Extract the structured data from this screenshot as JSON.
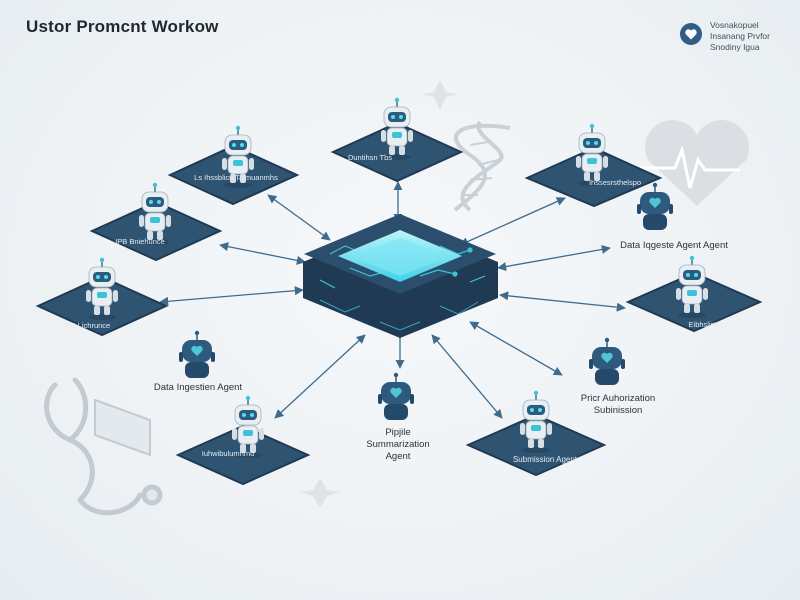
{
  "header": {
    "title": "Ustor Promcnt Workow",
    "brand_lines": [
      "Vosnakopuel",
      "Insanang Prvfor",
      "Snodiny Igua"
    ]
  },
  "colors": {
    "tile": "#2f5472",
    "tile_dark": "#1f3a52",
    "accent": "#28c0d8",
    "robot_dark": "#2e5b7d",
    "arrow": "#3f6b8c",
    "heart": "#4fc6d6"
  },
  "icons": [
    "heart-pulse-icon",
    "dna-icon",
    "stethoscope-icon",
    "sparkle-icon",
    "robot-icon",
    "circuit-chip-icon"
  ],
  "nodes": [
    {
      "id": "tile-top-left",
      "label": "Ls Ihssblicu Taimuanmhs"
    },
    {
      "id": "tile-top",
      "label": "Duntihsn Tbs"
    },
    {
      "id": "tile-top-right",
      "label": "Ihssesrsthelspo"
    },
    {
      "id": "tile-left-upper",
      "label": "IPB Bniehunce"
    },
    {
      "id": "tile-left",
      "label": "CBR Lichrunce"
    },
    {
      "id": "tile-right",
      "label": "Eibhslirtrs"
    },
    {
      "id": "tile-bottom-left",
      "label": "Iuhwibulumnmu"
    },
    {
      "id": "tile-bottom-right",
      "label": "Submission Agent"
    },
    {
      "id": "robot-data-ingeste",
      "label": "Data Iqgeste Agent Agent"
    },
    {
      "id": "robot-data-ingestion",
      "label": "Data Ingestien Agent"
    },
    {
      "id": "robot-summarization",
      "label": "Pipjile Summarization Agent"
    },
    {
      "id": "robot-prior-auth",
      "label": "Pricr Auhorization Subinission"
    }
  ]
}
